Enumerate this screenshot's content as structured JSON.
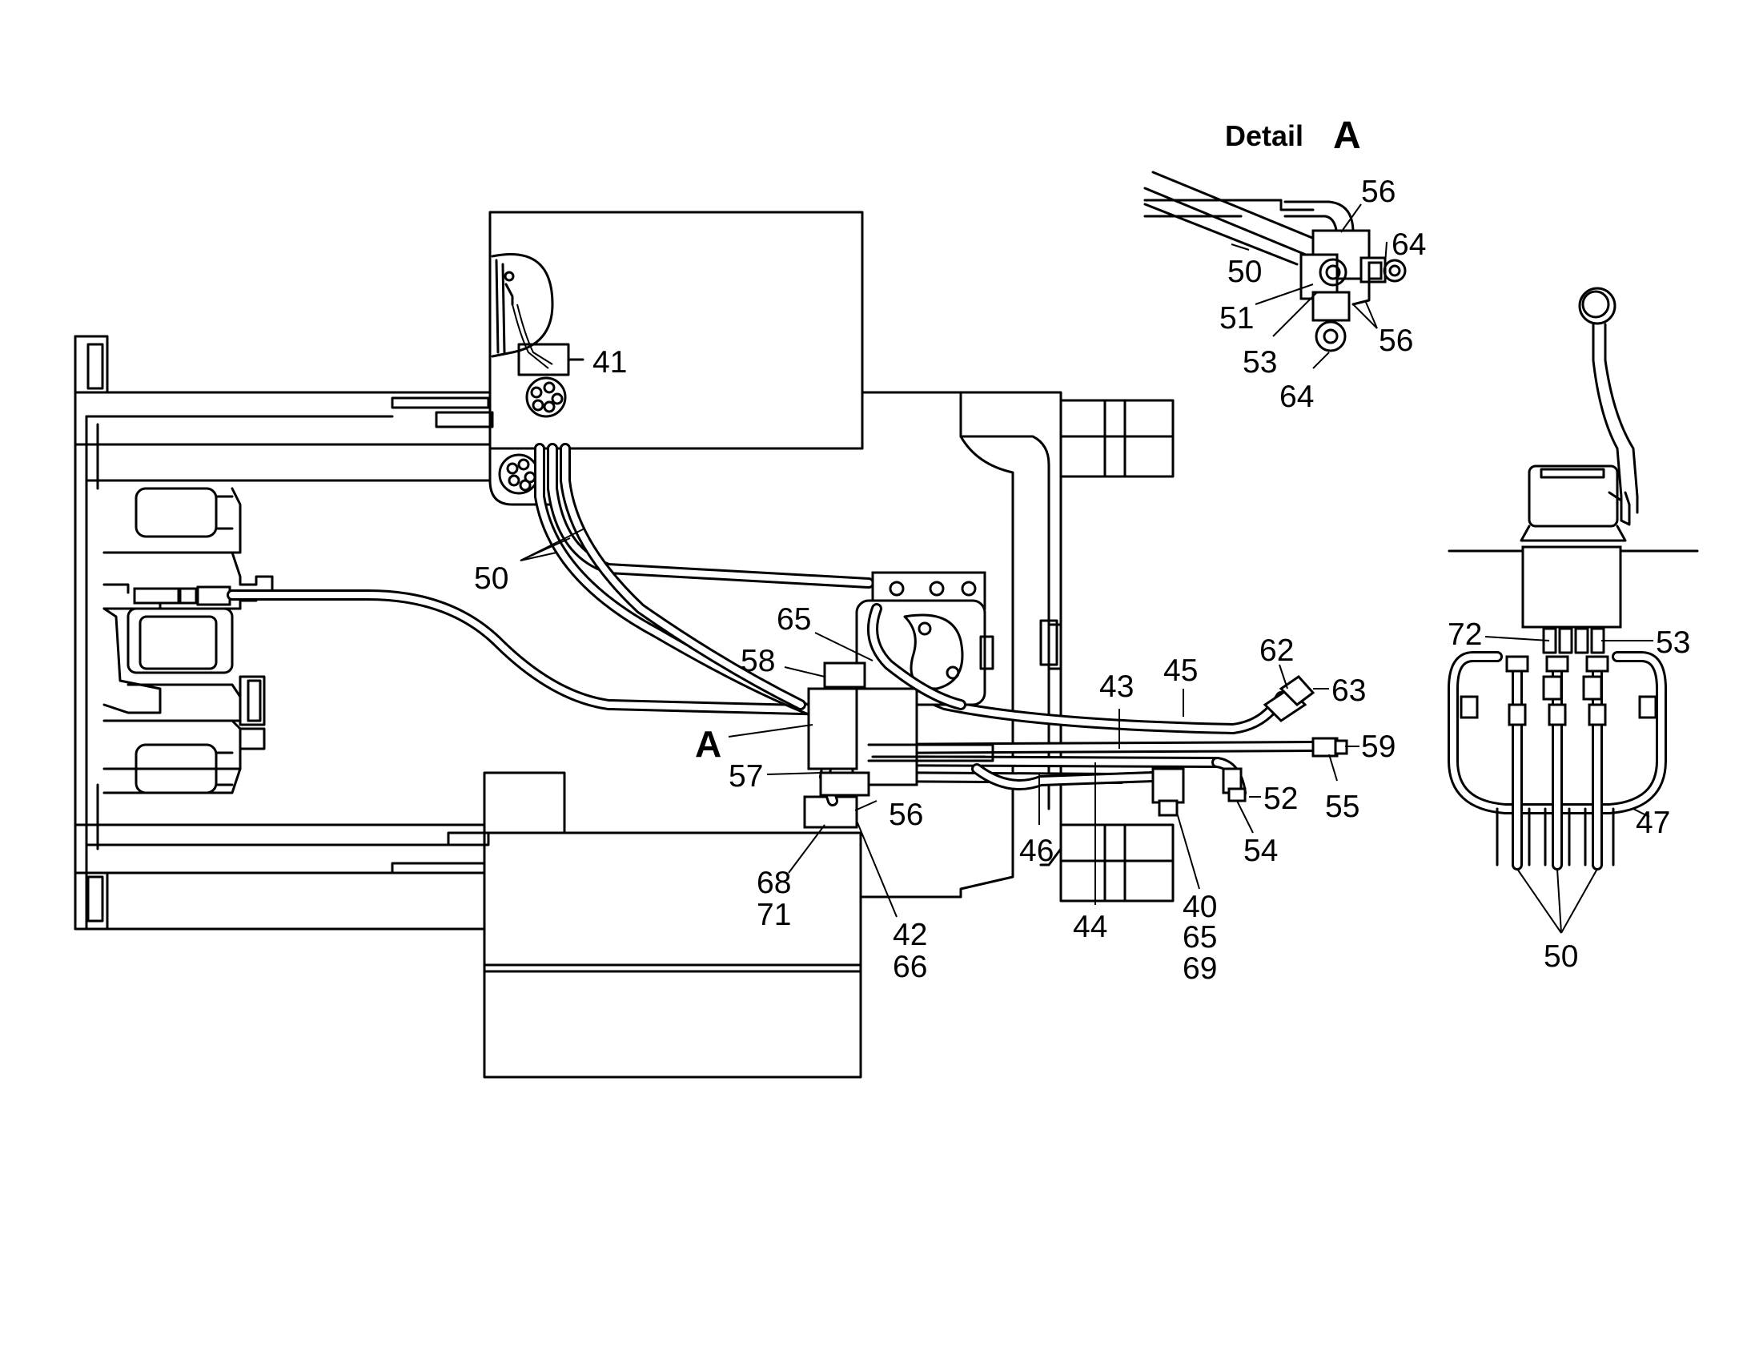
{
  "detail": {
    "title": "Detail",
    "letter": "A"
  },
  "callouts": {
    "c40": "40",
    "c41": "41",
    "c42": "42",
    "c43": "43",
    "c44": "44",
    "c45": "45",
    "c46": "46",
    "c47": "47",
    "c50_main": "50",
    "c50_detail": "50",
    "c50_valve": "50",
    "c51": "51",
    "c52": "52",
    "c53_detail": "53",
    "c53_valve": "53",
    "c54": "54",
    "c55": "55",
    "c56_main": "56",
    "c56_detail_top": "56",
    "c56_detail_right": "56",
    "c57": "57",
    "c58": "58",
    "c59": "59",
    "c62": "62",
    "c63": "63",
    "c64_top": "64",
    "c64_bottom": "64",
    "c65_main": "65",
    "c65_stack": "65",
    "c66": "66",
    "c68": "68",
    "c69": "69",
    "c71": "71",
    "c72": "72",
    "cA": "A"
  }
}
